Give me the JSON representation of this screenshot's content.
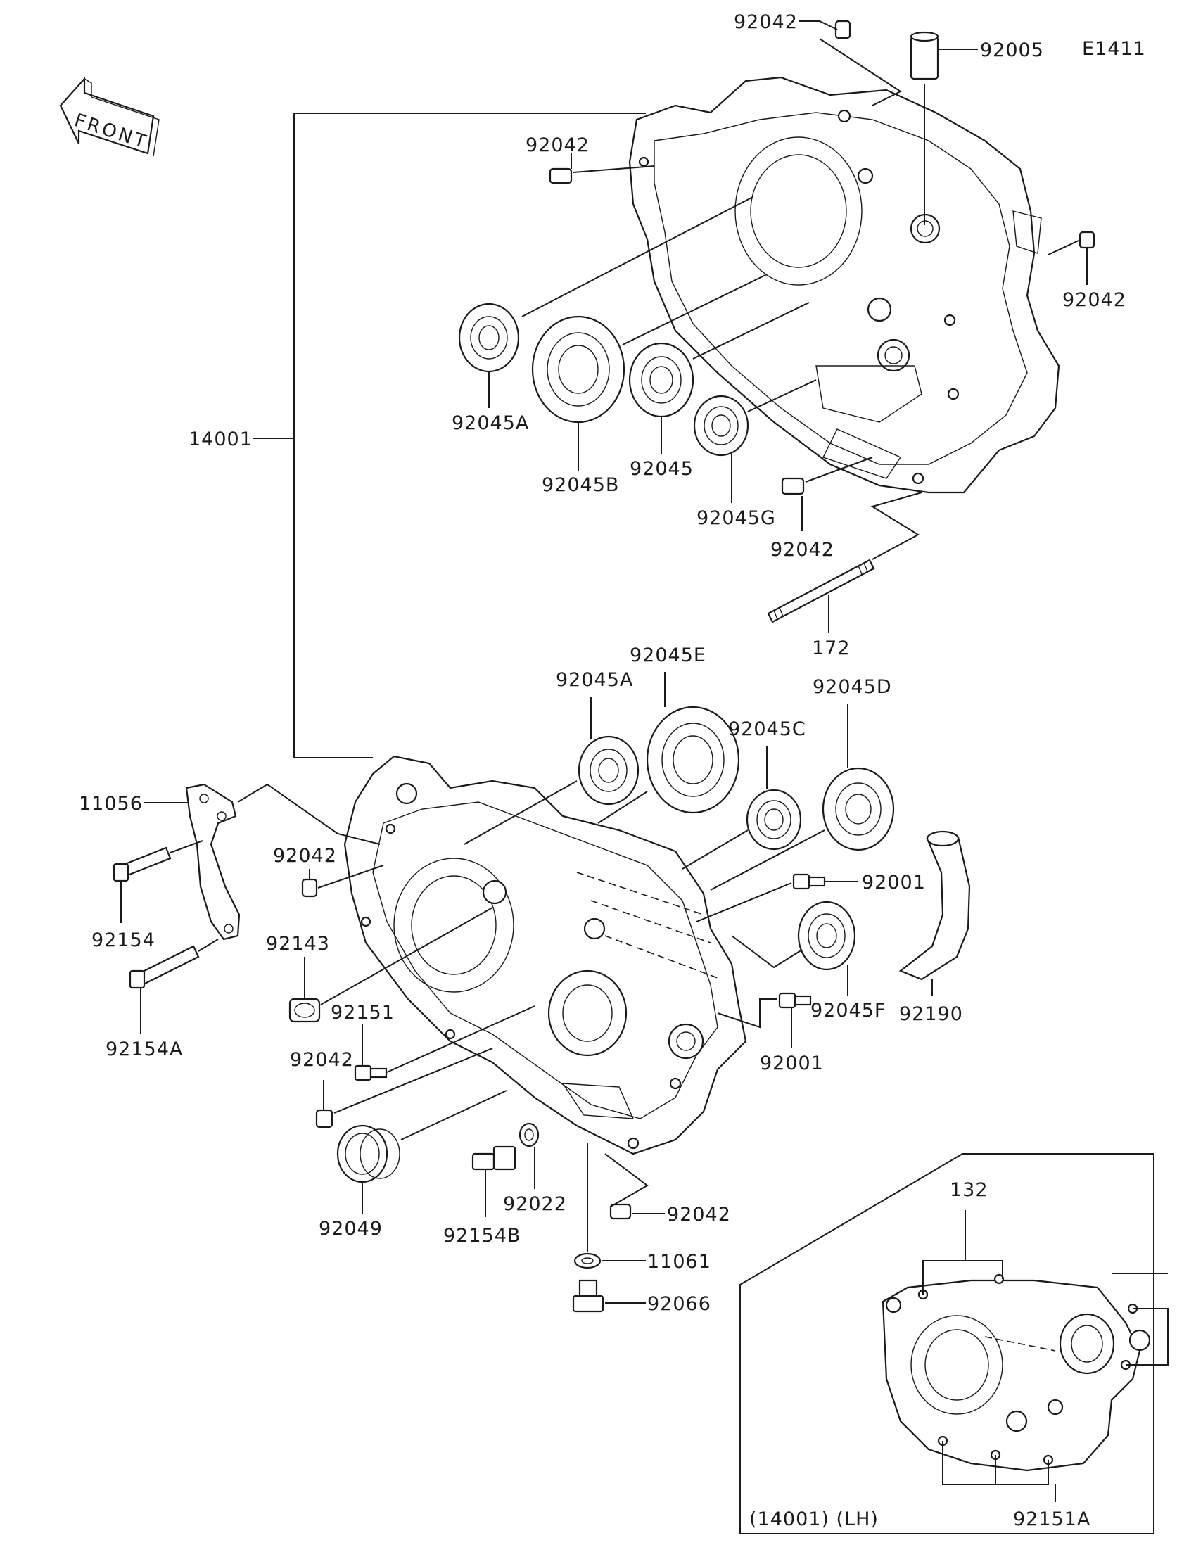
{
  "diagram_code": "E1411",
  "front_label": "FRONT",
  "inset_caption": "(14001) (LH)",
  "labels": {
    "p92042_top": "92042",
    "p92005": "92005",
    "p92042_a": "92042",
    "p92042_right": "92042",
    "p92045A_top": "92045A",
    "p92045B": "92045B",
    "p92045_top": "92045",
    "p92045G": "92045G",
    "p92042_mid": "92042",
    "p172": "172",
    "p14001": "14001",
    "p92045A_low": "92045A",
    "p92045E": "92045E",
    "p92045C": "92045C",
    "p92045D": "92045D",
    "p11056": "11056",
    "p92042_left": "92042",
    "p92001_a": "92001",
    "p92154": "92154",
    "p92143": "92143",
    "p92045F": "92045F",
    "p92190": "92190",
    "p92154A": "92154A",
    "p92151": "92151",
    "p92042_low": "92042",
    "p92001_b": "92001",
    "p92022": "92022",
    "p92154B": "92154B",
    "p92049": "92049",
    "p92042_bottom": "92042",
    "p11061": "11061",
    "p92066": "92066",
    "p132": "132",
    "p92151A": "92151A"
  }
}
